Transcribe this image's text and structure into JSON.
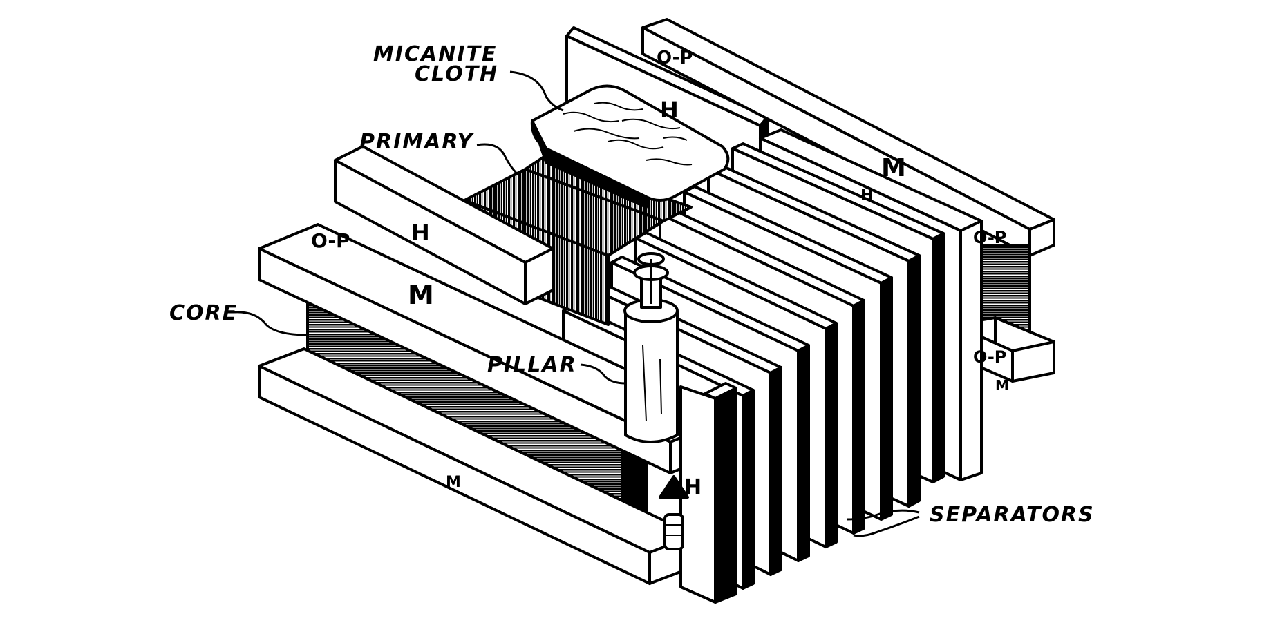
{
  "labels": {
    "micanite_line1": "MICANITE",
    "micanite_line2": "CLOTH",
    "primary": "PRIMARY",
    "core": "CORE",
    "pillar": "PILLAR",
    "separators": "SEPARATORS"
  },
  "markings": {
    "op": "O-P",
    "h": "H",
    "m": "M"
  },
  "colors": {
    "ink": "#000000",
    "paper": "#ffffff"
  }
}
